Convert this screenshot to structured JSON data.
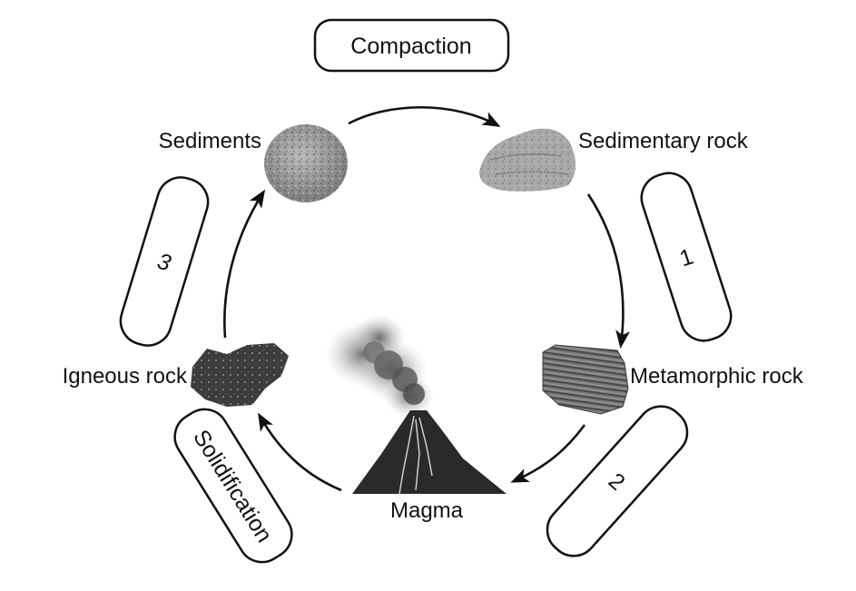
{
  "labels": {
    "sediments": "Sediments",
    "sedimentary": "Sedimentary rock",
    "metamorphic": "Metamorphic rock",
    "magma": "Magma",
    "igneous": "Igneous rock"
  },
  "process_boxes": {
    "top": "Compaction",
    "right_upper": "1",
    "right_lower": "2",
    "left_lower": "Solidification",
    "left_upper": "3"
  },
  "colors": {
    "ink": "#111111",
    "background": "#ffffff"
  }
}
